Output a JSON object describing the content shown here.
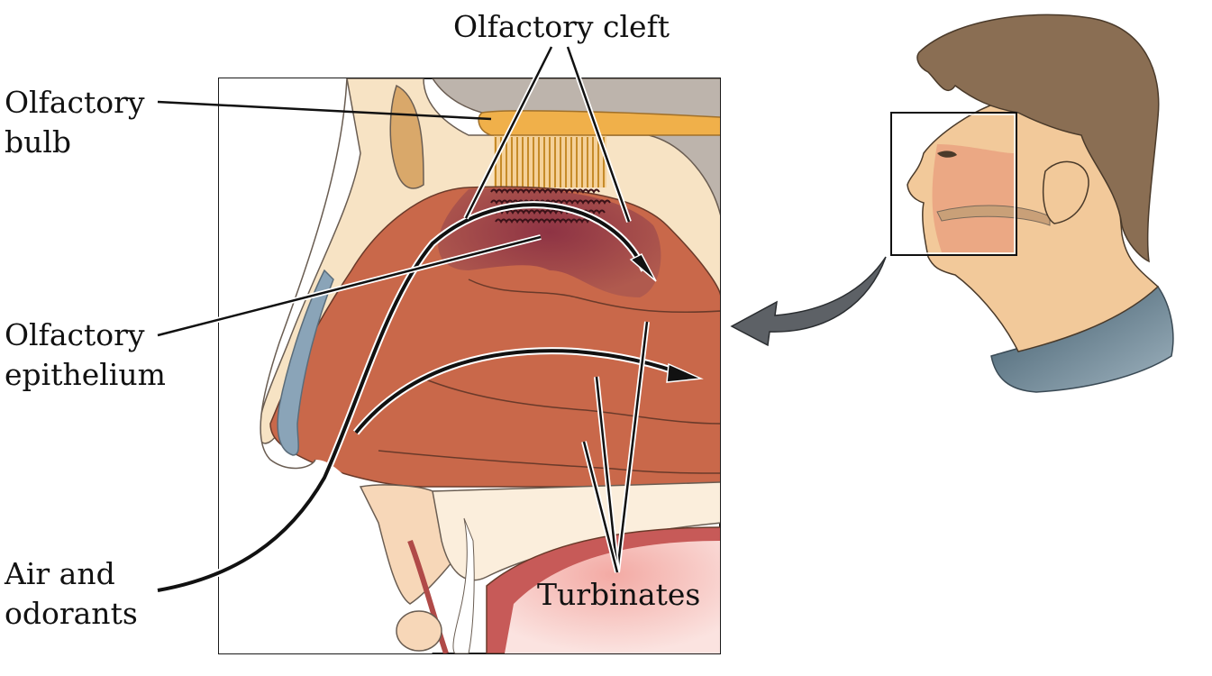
{
  "figure": {
    "type": "anatomical-diagram",
    "subject": "Human olfactory system - sagittal section of nasal cavity",
    "labels": {
      "olfactory_cleft": "Olfactory cleft",
      "olfactory_bulb_line1": "Olfactory",
      "olfactory_bulb_line2": "bulb",
      "olfactory_epithelium_line1": "Olfactory",
      "olfactory_epithelium_line2": "epithelium",
      "air_line1": "Air and",
      "air_line2": "odorants",
      "turbinates": "Turbinates"
    },
    "colors": {
      "bulb": "#f0b04a",
      "epithelium": "#8e3344",
      "nasal_tissue": "#c9684a",
      "bone": "#f7e3c4",
      "cartilage": "#8aa4b8",
      "brain": "#bdb4ac",
      "palate_pink": "#f2a5a0",
      "skin": "#f2c99a",
      "hair": "#8a6e53",
      "shirt": "#4a6474",
      "arrow_gray": "#5d6166"
    },
    "icons": {
      "inset_pointer": "curved-arrow-left"
    }
  }
}
